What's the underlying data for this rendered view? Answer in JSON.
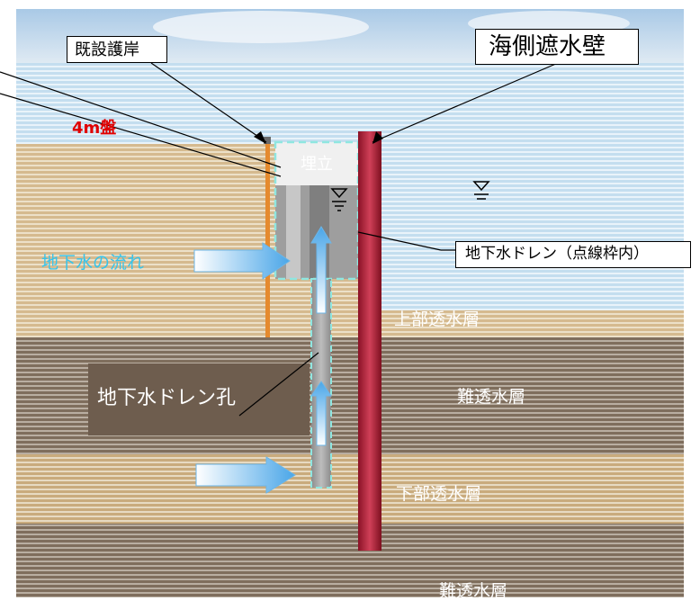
{
  "labels": {
    "existing_revetment": "既設護岸",
    "sea_side_wall": "海側遮水壁",
    "ground_4m": "4m盤",
    "landfill": "埋立",
    "groundwater_flow": "地下水の流れ",
    "drain_note": "地下水ドレン（点線枠内）",
    "upper_permeable": "上部透水層",
    "impermeable_1": "難透水層",
    "lower_permeable": "下部透水層",
    "impermeable_2": "難透水層",
    "drain_hole": "地下水ドレン孔"
  },
  "colors": {
    "sky": "#c9dff0",
    "sea": "#bcd9ea",
    "upper_soil": "#d9bf94",
    "impermeable": "#8a7968",
    "lower_soil": "#d1b487",
    "wall": "#b3263b",
    "revetment": "#e58a2e",
    "label_red": "#e00000",
    "flow_cyan": "#35c4ec",
    "drain_box": "#8fe6e0"
  },
  "icons": {
    "water_level": "water-level-icon",
    "flow_arrow": "flow-arrow-icon",
    "upward_arrow": "upward-flow-arrow-icon"
  }
}
